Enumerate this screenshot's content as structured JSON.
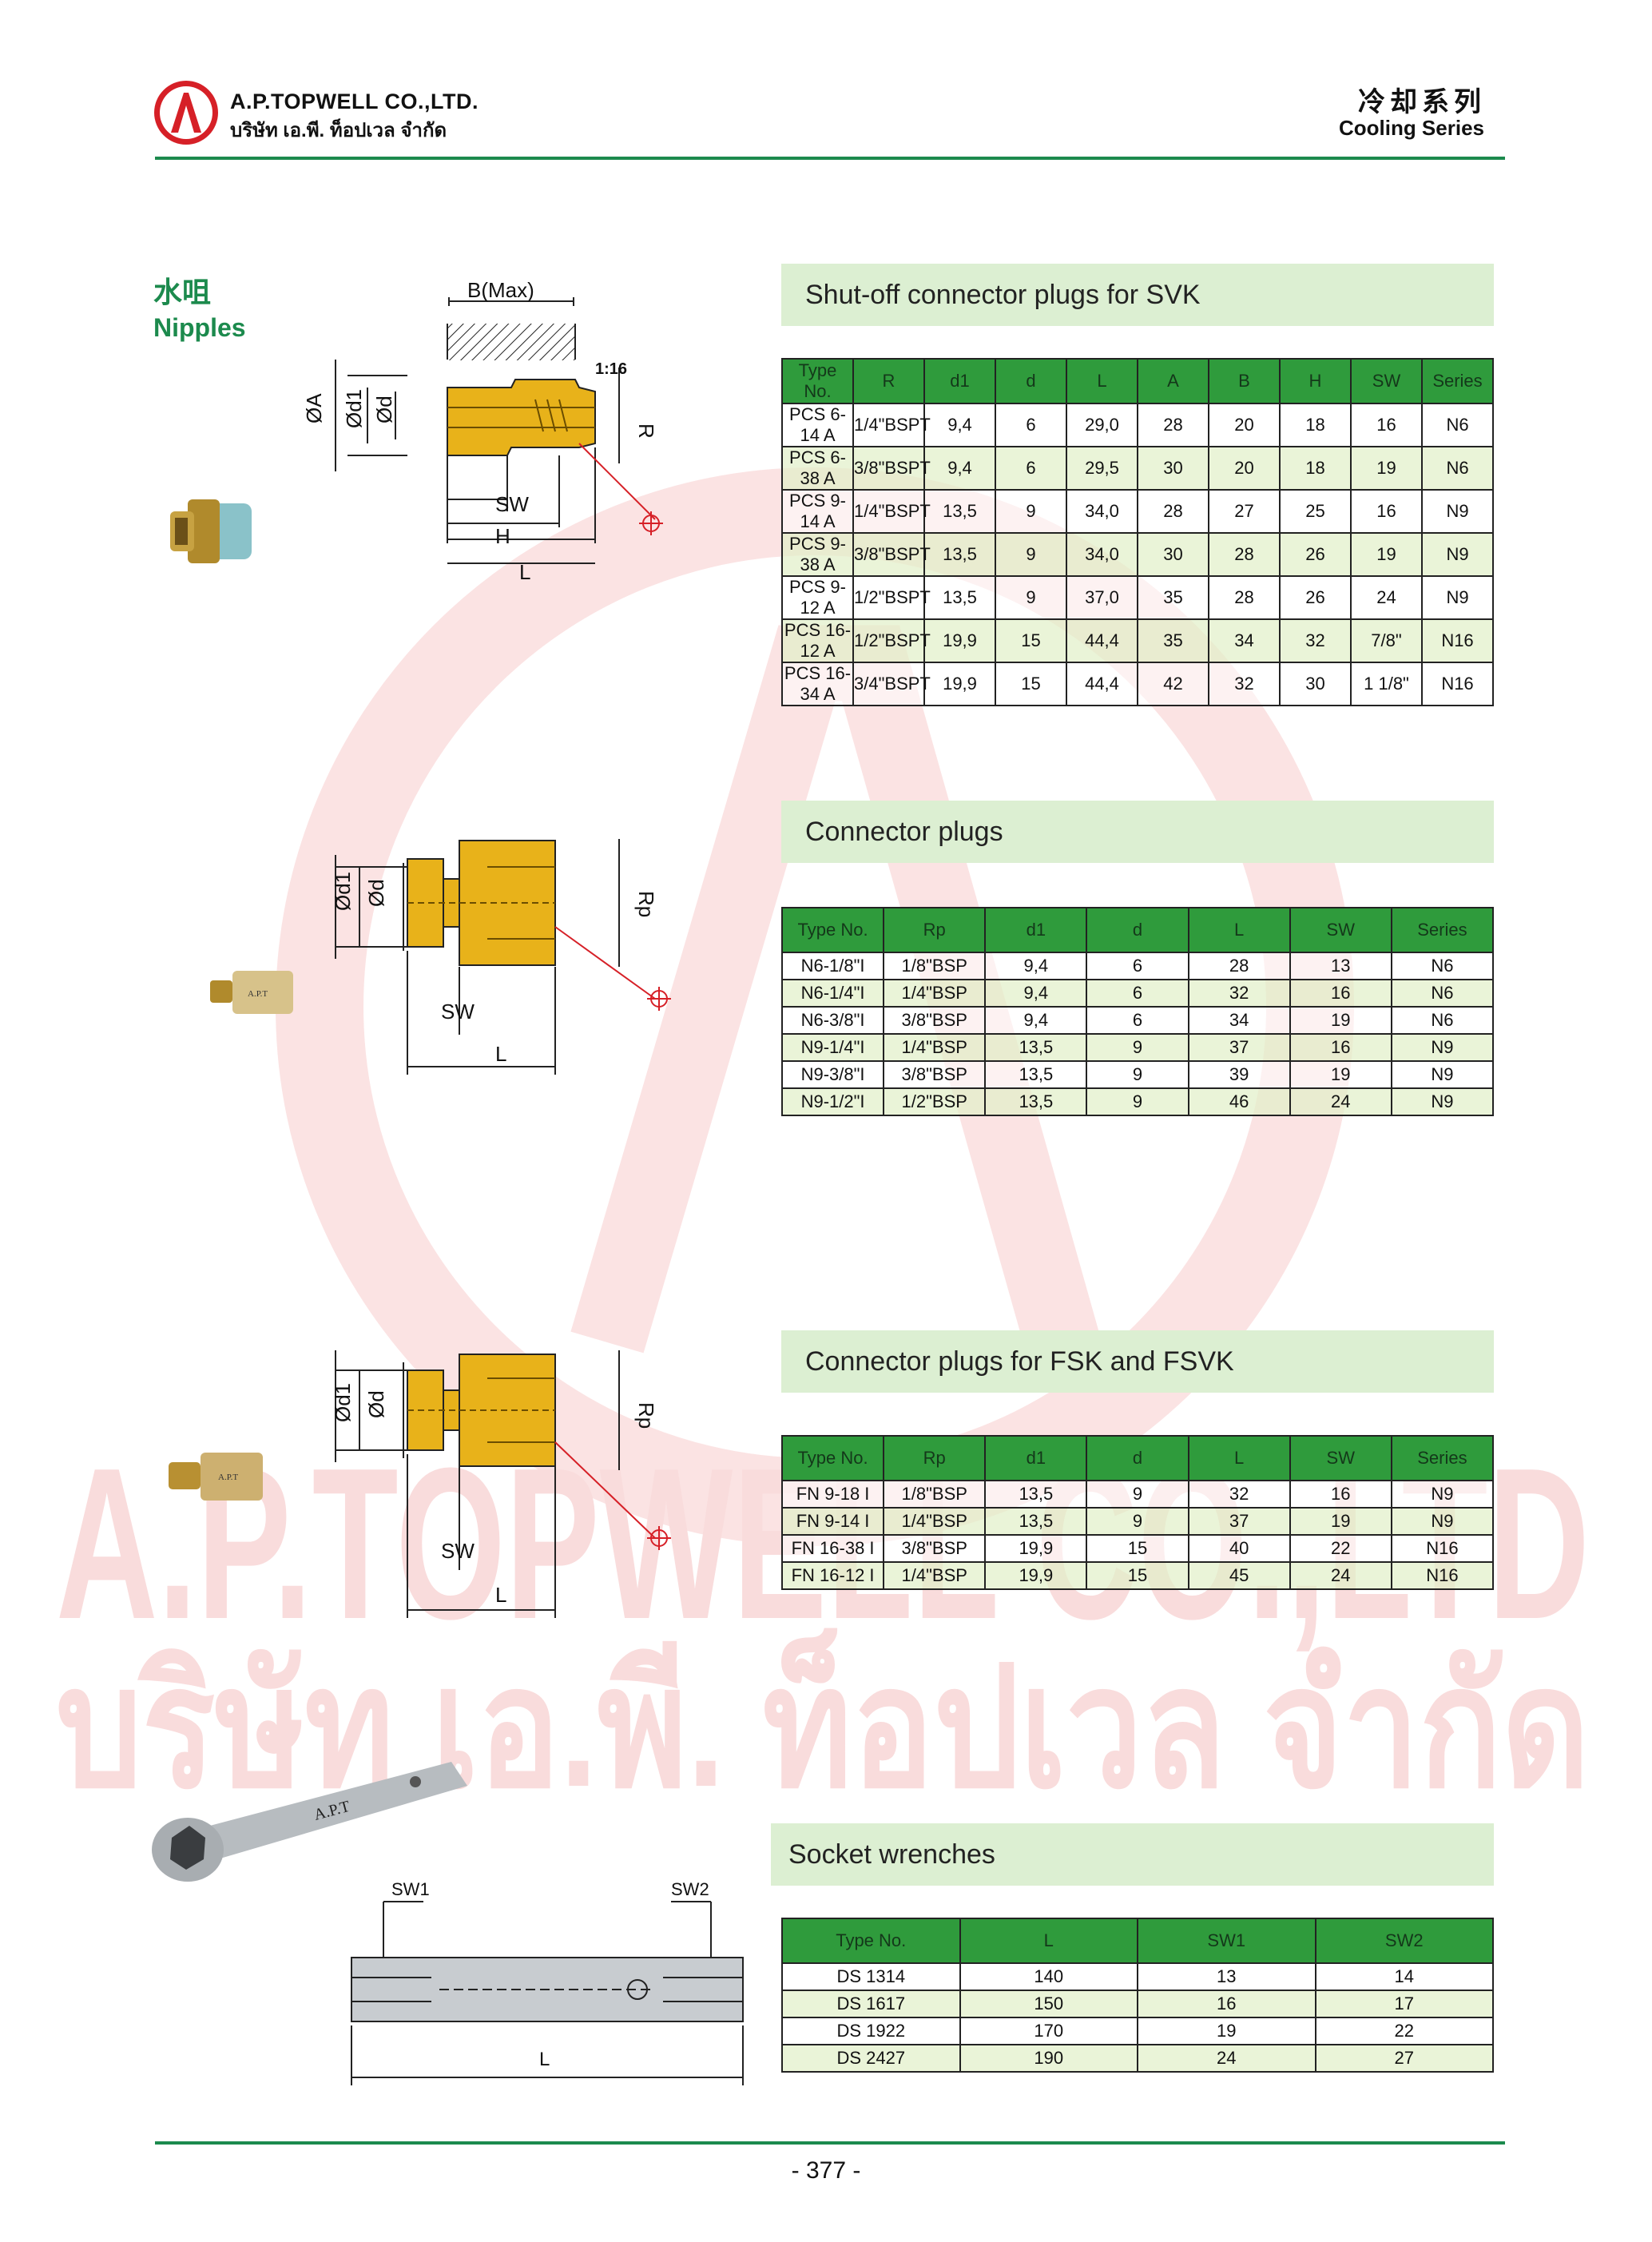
{
  "header": {
    "company_en": "A.P.TOPWELL CO.,LTD.",
    "company_th": "บริษัท เอ.พี. ท็อปเวล จำกัด",
    "series_cn": "冷却系列",
    "series_en": "Cooling Series",
    "logo_letter": "A"
  },
  "category": {
    "cn": "水咀",
    "en": "Nipples"
  },
  "watermark": {
    "line1": "A.P.TOPWELL CO.,LTD",
    "line2": "บริษัท เอ.พี. ท็อปเวล จำกัด"
  },
  "diagram_labels": {
    "bmax": "B(Max)",
    "taper": "1:16",
    "oa": "ØA",
    "od1": "Ød1",
    "od": "Ød",
    "r": "R",
    "rp": "Rp",
    "sw": "SW",
    "h": "H",
    "l": "L",
    "sw1": "SW1",
    "sw2": "SW2",
    "brand": "A.P.T"
  },
  "sections": [
    {
      "title": "Shut-off connector plugs for SVK",
      "columns": [
        "Type No.",
        "R",
        "d1",
        "d",
        "L",
        "A",
        "B",
        "H",
        "SW",
        "Series"
      ],
      "rows": [
        [
          "PCS 6-14 A",
          "1/4\"BSPT",
          "9,4",
          "6",
          "29,0",
          "28",
          "20",
          "18",
          "16",
          "N6"
        ],
        [
          "PCS 6-38 A",
          "3/8\"BSPT",
          "9,4",
          "6",
          "29,5",
          "30",
          "20",
          "18",
          "19",
          "N6"
        ],
        [
          "PCS 9-14 A",
          "1/4\"BSPT",
          "13,5",
          "9",
          "34,0",
          "28",
          "27",
          "25",
          "16",
          "N9"
        ],
        [
          "PCS 9-38 A",
          "3/8\"BSPT",
          "13,5",
          "9",
          "34,0",
          "30",
          "28",
          "26",
          "19",
          "N9"
        ],
        [
          "PCS 9-12 A",
          "1/2\"BSPT",
          "13,5",
          "9",
          "37,0",
          "35",
          "28",
          "26",
          "24",
          "N9"
        ],
        [
          "PCS 16-12 A",
          "1/2\"BSPT",
          "19,9",
          "15",
          "44,4",
          "35",
          "34",
          "32",
          "7/8\"",
          "N16"
        ],
        [
          "PCS 16-34 A",
          "3/4\"BSPT",
          "19,9",
          "15",
          "44,4",
          "42",
          "32",
          "30",
          "1 1/8\"",
          "N16"
        ]
      ]
    },
    {
      "title": "Connector plugs",
      "columns": [
        "Type No.",
        "Rp",
        "d1",
        "d",
        "L",
        "SW",
        "Series"
      ],
      "rows": [
        [
          "N6-1/8\"I",
          "1/8\"BSP",
          "9,4",
          "6",
          "28",
          "13",
          "N6"
        ],
        [
          "N6-1/4\"I",
          "1/4\"BSP",
          "9,4",
          "6",
          "32",
          "16",
          "N6"
        ],
        [
          "N6-3/8\"I",
          "3/8\"BSP",
          "9,4",
          "6",
          "34",
          "19",
          "N6"
        ],
        [
          "N9-1/4\"I",
          "1/4\"BSP",
          "13,5",
          "9",
          "37",
          "16",
          "N9"
        ],
        [
          "N9-3/8\"I",
          "3/8\"BSP",
          "13,5",
          "9",
          "39",
          "19",
          "N9"
        ],
        [
          "N9-1/2\"I",
          "1/2\"BSP",
          "13,5",
          "9",
          "46",
          "24",
          "N9"
        ]
      ]
    },
    {
      "title": "Connector plugs for FSK and FSVK",
      "columns": [
        "Type No.",
        "Rp",
        "d1",
        "d",
        "L",
        "SW",
        "Series"
      ],
      "rows": [
        [
          "FN 9-18 I",
          "1/8\"BSP",
          "13,5",
          "9",
          "32",
          "16",
          "N9"
        ],
        [
          "FN 9-14 I",
          "1/4\"BSP",
          "13,5",
          "9",
          "37",
          "19",
          "N9"
        ],
        [
          "FN 16-38 I",
          "3/8\"BSP",
          "19,9",
          "15",
          "40",
          "22",
          "N16"
        ],
        [
          "FN 16-12 I",
          "1/4\"BSP",
          "19,9",
          "15",
          "45",
          "24",
          "N16"
        ]
      ]
    },
    {
      "title": "Socket wrenches",
      "columns": [
        "Type No.",
        "L",
        "SW1",
        "SW2"
      ],
      "rows": [
        [
          "DS 1314",
          "140",
          "13",
          "14"
        ],
        [
          "DS 1617",
          "150",
          "16",
          "17"
        ],
        [
          "DS 1922",
          "170",
          "19",
          "22"
        ],
        [
          "DS 2427",
          "190",
          "24",
          "27"
        ]
      ]
    }
  ],
  "footer": {
    "page": "- 377 -"
  },
  "colors": {
    "green": "#1c8a4d",
    "header_green": "#2f9b3c",
    "band": "#dcefd2",
    "watermark": "#f7d5d5",
    "brass": "#e8b21a"
  }
}
